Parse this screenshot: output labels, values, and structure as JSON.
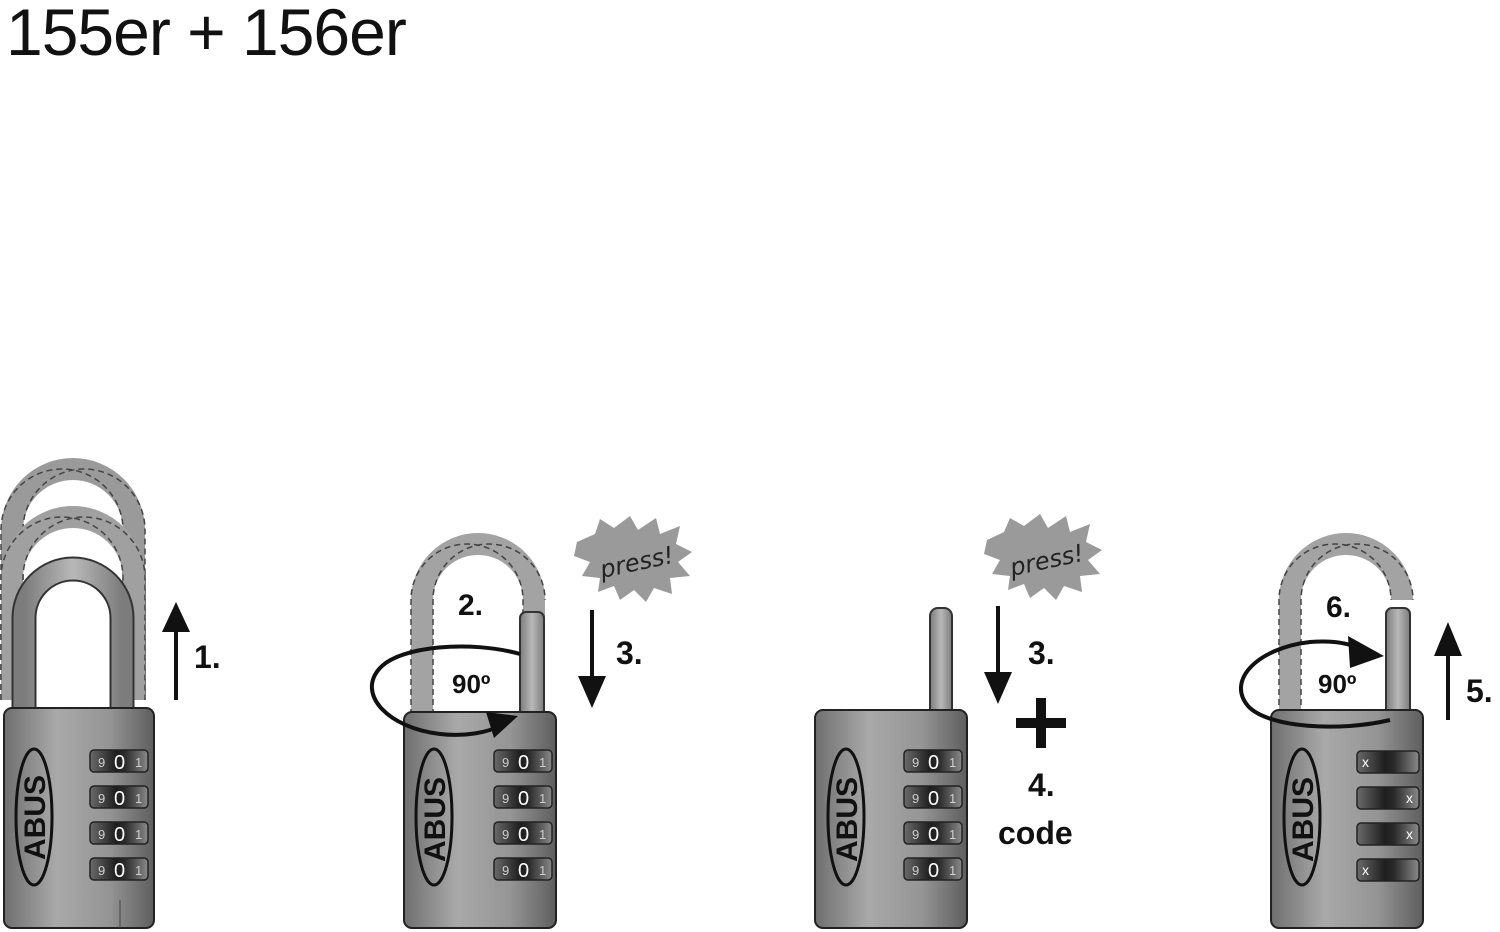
{
  "title": "155er + 156er",
  "brand": "ABUS",
  "press_label": "press!",
  "angle_label": "90º",
  "dial_digits": {
    "left": "9",
    "center": "0",
    "right": "1"
  },
  "reset_mark": "x",
  "steps": {
    "s1": "1.",
    "s2": "2.",
    "s3a": "3.",
    "s3b": "3.",
    "s4_number": "4.",
    "s4_word": "code",
    "s5": "5.",
    "s6": "6."
  }
}
